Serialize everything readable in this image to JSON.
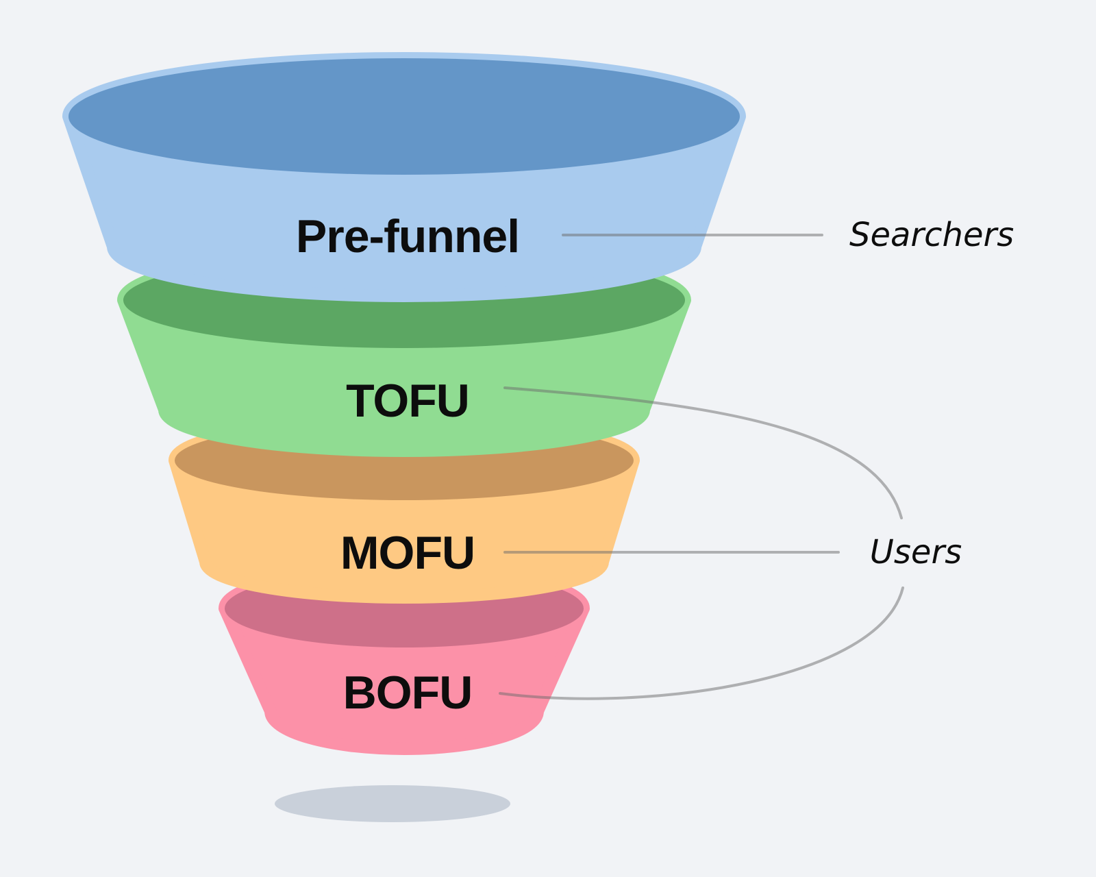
{
  "diagram": {
    "type": "marketing-funnel",
    "stages": [
      {
        "label": "Pre-funnel",
        "body_color": "#a9cbee",
        "rim_color": "#6496c8"
      },
      {
        "label": "TOFU",
        "body_color": "#90dc92",
        "rim_color": "#5ca763"
      },
      {
        "label": "MOFU",
        "body_color": "#fec983",
        "rim_color": "#c9965e"
      },
      {
        "label": "BOFU",
        "body_color": "#fc91a8",
        "rim_color": "#ce7089"
      }
    ],
    "annotations": [
      {
        "label": "Searchers",
        "connects_to": [
          "Pre-funnel"
        ]
      },
      {
        "label": "Users",
        "connects_to": [
          "TOFU",
          "MOFU",
          "BOFU"
        ]
      }
    ]
  },
  "colors": {
    "background": "#f1f3f6",
    "shadow": "#c9d0da",
    "connector": "#6b6b6b",
    "text": "#0d0d0d"
  }
}
